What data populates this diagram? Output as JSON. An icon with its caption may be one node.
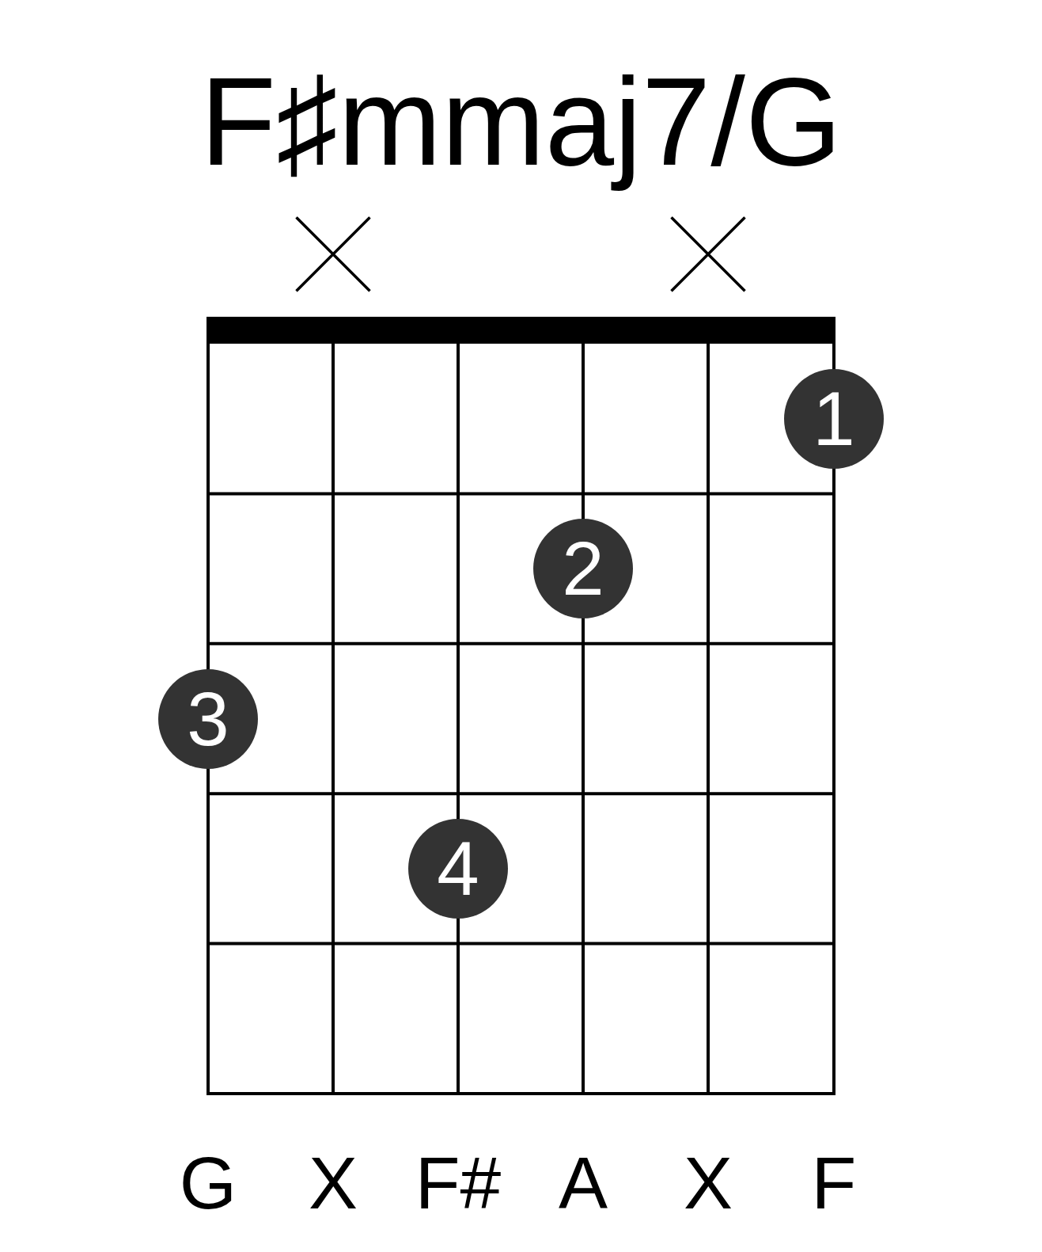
{
  "diagram": {
    "title": "F♯mmaj7/G",
    "nodes": [
      {
        "text": [
          "1"
        ]
      },
      {
        "text": [
          "2"
        ]
      },
      {
        "text": [
          "3"
        ]
      },
      {
        "text": [
          "4"
        ]
      }
    ],
    "labels": [
      "G",
      "X",
      "F#",
      "A",
      "X",
      "F"
    ]
  }
}
